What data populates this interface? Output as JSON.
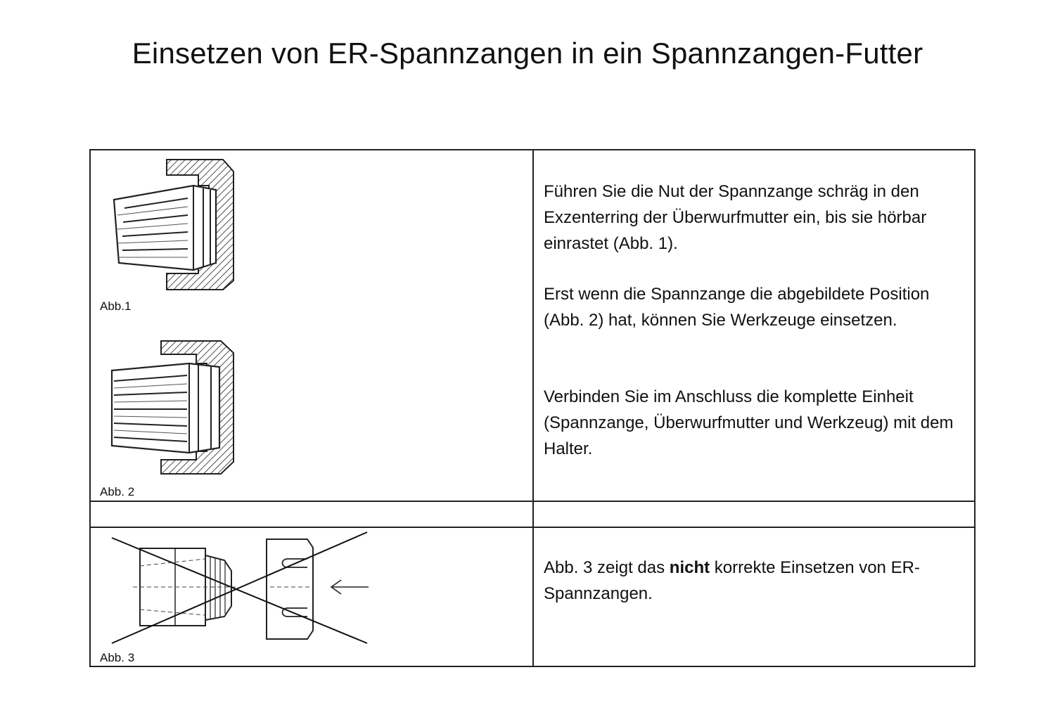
{
  "title": "Einsetzen von ER-Spannzangen in ein Spannzangen-Futter",
  "figures": {
    "abb1": "Abb.1",
    "abb2": "Abb. 2",
    "abb3": "Abb. 3"
  },
  "instructions": {
    "p1": "Führen Sie die Nut der Spannzange schräg in den Exzenterring der Überwurfmutter ein, bis sie hörbar einrastet (Abb. 1).",
    "p2": "Erst wenn die Spannzange die abgebildete Position (Abb. 2) hat, können Sie Werkzeuge einsetzen.",
    "p3": "Verbinden Sie im Anschluss die komplette Einheit (Spannzange, Überwurfmutter und Werkzeug) mit dem Halter.",
    "p4_before": "Abb. 3 zeigt das ",
    "p4_bold": "nicht",
    "p4_after": " korrekte Einsetzen von ER-Spannzangen."
  }
}
